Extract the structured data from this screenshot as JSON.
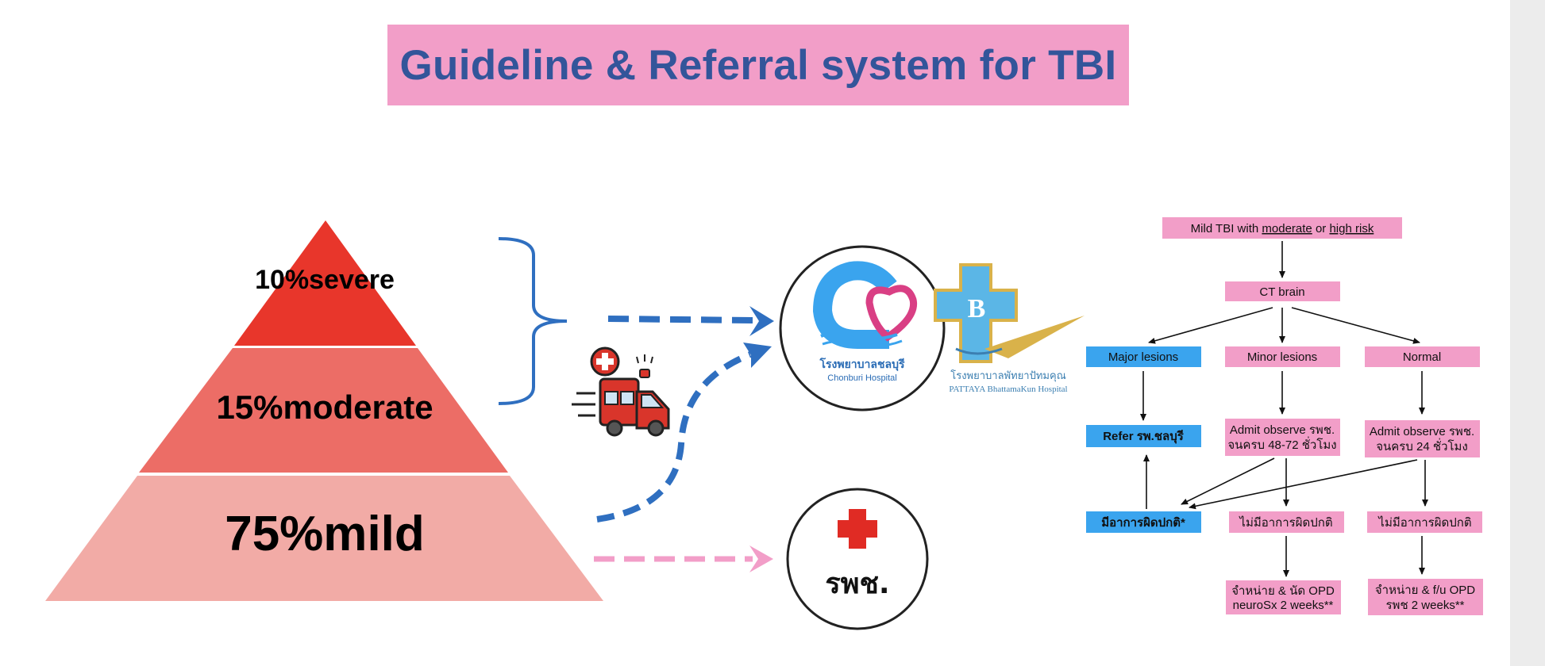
{
  "title": "Guideline & Referral system for TBI",
  "pyramid": {
    "severe": "10%severe",
    "moderate": "15%moderate",
    "mild": "75%mild"
  },
  "hospitals": {
    "chonburi_thai": "โรงพยาบาลชลบุรี",
    "chonburi_eng": "Chonburi Hospital",
    "pattaya_thai": "โรงพยาบาลพัทยาปัทมคุณ",
    "pattaya_eng": "PATTAYA BhattamaKun Hospital",
    "community": "รพช."
  },
  "flowchart": {
    "header_pre": "Mild TBI with ",
    "header_u1": "moderate",
    "header_mid": " or ",
    "header_u2": "high risk",
    "ct": "CT brain",
    "major": "Major lesions",
    "minor": "Minor lesions",
    "normal": "Normal",
    "refer": "Refer รพ.ชลบุรี",
    "admit_minor_1": "Admit observe รพช.",
    "admit_minor_2": "จนครบ 48-72 ชั่วโมง",
    "admit_normal_1": "Admit observe รพช.",
    "admit_normal_2": "จนครบ 24 ชั่วโมง",
    "abnormal": "มีอาการผิดปกติ*",
    "no_abnormal_1": "ไม่มีอาการผิดปกติ",
    "no_abnormal_2": "ไม่มีอาการผิดปกติ",
    "discharge_minor_1": "จำหน่าย & นัด OPD",
    "discharge_minor_2": "neuroSx 2 weeks**",
    "discharge_normal_1": "จำหน่าย & f/u OPD",
    "discharge_normal_2": "รพช 2 weeks**"
  },
  "colors": {
    "title_bg": "#f29ec8",
    "title_text": "#33559a",
    "severe": "#e8362b",
    "moderate": "#ec6d66",
    "mild": "#f2aba6",
    "arrow_blue": "#2f6fc0",
    "arrow_pink": "#f29ec8",
    "box_pink": "#f29ec8",
    "box_blue": "#3aa4ee"
  },
  "icons": [
    "ambulance-icon",
    "chonburi-hospital-logo",
    "pattaya-hospital-logo",
    "red-cross-icon",
    "brace-icon"
  ]
}
